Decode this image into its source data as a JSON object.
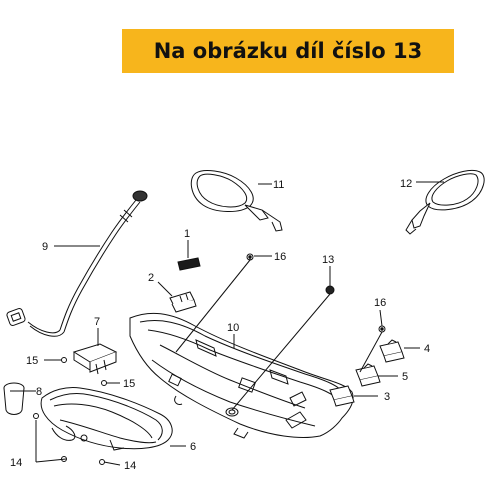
{
  "banner": {
    "text": "Na obrázku díl číslo 13",
    "background": "#f7b51c",
    "text_color": "#111111"
  },
  "diagram": {
    "labels": {
      "p1": "1",
      "p2": "2",
      "p3": "3",
      "p4": "4",
      "p5": "5",
      "p6": "6",
      "p7": "7",
      "p8": "8",
      "p9": "9",
      "p10": "10",
      "p11": "11",
      "p12": "12",
      "p13": "13",
      "p14a": "14",
      "p14b": "14",
      "p15a": "15",
      "p15b": "15",
      "p16a": "16",
      "p16b": "16"
    }
  }
}
